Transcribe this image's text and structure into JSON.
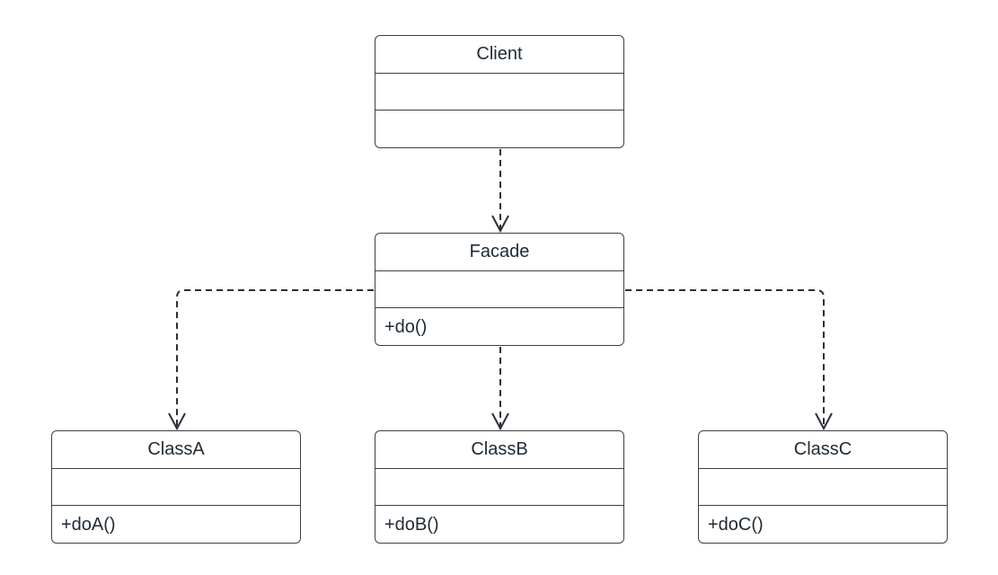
{
  "diagram": {
    "classes": {
      "client": {
        "name": "Client",
        "attributes": "",
        "methods": ""
      },
      "facade": {
        "name": "Facade",
        "attributes": "",
        "methods": "+do()"
      },
      "class_a": {
        "name": "ClassA",
        "attributes": "",
        "methods": "+doA()"
      },
      "class_b": {
        "name": "ClassB",
        "attributes": "",
        "methods": "+doB()"
      },
      "class_c": {
        "name": "ClassC",
        "attributes": "",
        "methods": "+doC()"
      }
    },
    "relationships": [
      {
        "from": "Client",
        "to": "Facade",
        "type": "dependency"
      },
      {
        "from": "Facade",
        "to": "ClassA",
        "type": "dependency"
      },
      {
        "from": "Facade",
        "to": "ClassB",
        "type": "dependency"
      },
      {
        "from": "Facade",
        "to": "ClassC",
        "type": "dependency"
      }
    ]
  }
}
